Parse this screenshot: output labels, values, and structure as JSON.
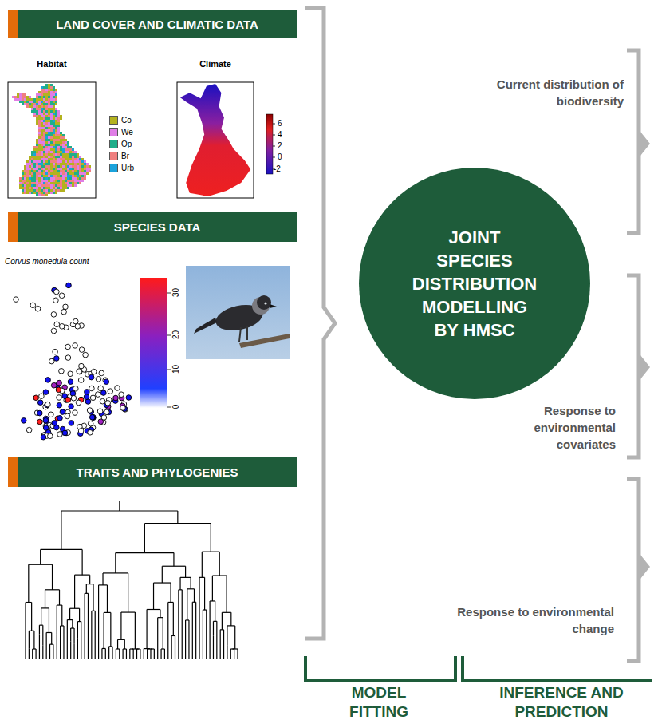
{
  "diagram": {
    "nodes": [
      {
        "text": [
          "LAND COVER AND CLIMATIC DATA"
        ]
      },
      {
        "text": [
          "SPECIES DATA"
        ]
      },
      {
        "text": [
          "TRAITS AND PHYLOGENIES"
        ]
      },
      {
        "text": [
          "JOINT SPECIES DISTRIBUTION MODELLING BY HMSC"
        ]
      }
    ],
    "labels": [
      "Habitat",
      "Climate",
      "6",
      "4",
      "2",
      "0",
      "-2",
      "Corvus monedula count",
      "30",
      "20",
      "10",
      "0",
      "Current distribution of biodiversity",
      "Response to environmental covariates",
      "Response to environmental change",
      "MODEL FITTING",
      "INFERENCE AND PREDICTION"
    ],
    "legend": [
      {
        "text": "Co",
        "color": "#b3b21e"
      },
      {
        "text": "We",
        "color": "#e07ee6"
      },
      {
        "text": "Op",
        "color": "#1fae8a"
      },
      {
        "text": "Br",
        "color": "#f08080"
      },
      {
        "text": "Urb",
        "color": "#1aa3dc"
      }
    ]
  }
}
